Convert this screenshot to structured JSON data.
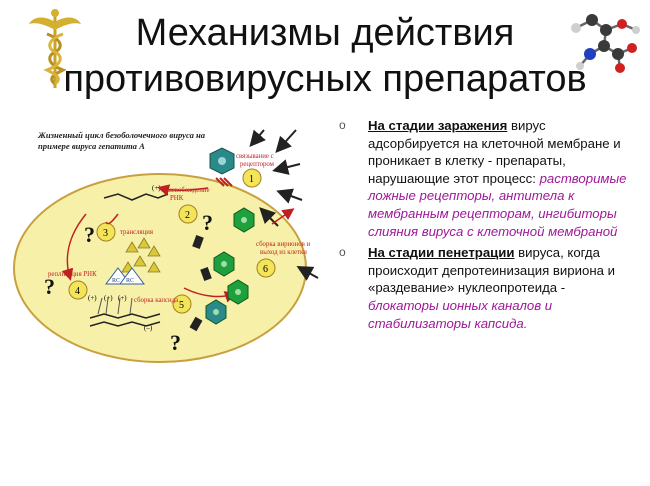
{
  "title": {
    "line1": "Механизмы действия",
    "line2": "противовирусных препаратов"
  },
  "diagram": {
    "heading_line1": "Жизненный цикл безоболочечного вируса на",
    "heading_line2": "примере вируса гепатита А",
    "step_labels": {
      "attach_line1": "связывание с",
      "attach_line2": "рецептором",
      "uncoat_line1": "высвобождение",
      "uncoat_line2": "РНК",
      "translation": "трансляция",
      "replication": "репликация РНК",
      "capsid": "сборка капсида",
      "assembly_line1": "сборка вирионов и",
      "assembly_line2": "выход из клетки"
    },
    "numbers": [
      "1",
      "2",
      "3",
      "4",
      "5",
      "6"
    ],
    "markers": {
      "plus": "(+)",
      "minus": "(–)",
      "rc": "RC",
      "question": "?"
    }
  },
  "bullets": [
    {
      "head": "На стадии заражения",
      "text": " вирус адсорбируется на клеточной мембране и проникает в клетку - препараты, нарушающие этот процесс: ",
      "highlight": "растворимые ложные рецепторы, антитела к мембранным рецепторам, ингибиторы слияния вируса с клеточной мембраной"
    },
    {
      "head": "На стадии пенетрации",
      "text": " вируса, когда происходит депротеинизация вириона и «раздевание» нуклеопротеида - ",
      "highlight": "блокаторы ионных каналов и стабилизаторы капсида."
    }
  ],
  "colors": {
    "cell_fill": "#f7f0a8",
    "cell_stroke": "#c8a040",
    "hexagon_green": "#1ea03c",
    "hexagon_teal": "#2a8a8a",
    "step_circle": "#f4e45a",
    "arrow_dark": "#222222",
    "arrow_red": "#c02020",
    "highlight": "#a0189a"
  }
}
